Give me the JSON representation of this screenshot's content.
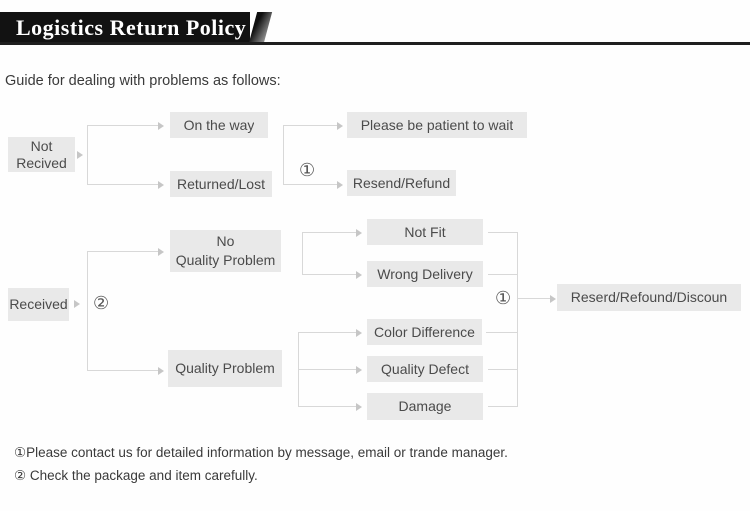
{
  "header": {
    "title": "Logistics Return Policy"
  },
  "intro": "Guide for dealing with problems as follows:",
  "flowchart": {
    "circled_one": "①",
    "circled_two": "②",
    "boxes": {
      "not_received": "Not\nRecived",
      "on_the_way": "On the way",
      "returned_lost": "Returned/Lost",
      "please_wait": "Please be patient to wait",
      "resend_refund": "Resend/Refund",
      "received": "Received",
      "no_quality_problem": "No\nQuality Problem",
      "quality_problem": "Quality Problem",
      "not_fit": "Not Fit",
      "wrong_delivery": "Wrong Delivery",
      "color_difference": "Color Difference",
      "quality_defect": "Quality Defect",
      "damage": "Damage",
      "resolution": "Reserd/Refound/Discoun"
    }
  },
  "notes": [
    "①Please contact us for detailed information by message, email or trande manager.",
    "② Check the package and item carefully."
  ],
  "colors": {
    "banner_bg": "#121212",
    "banner_text": "#ffffff",
    "box_bg": "#e9e9e9",
    "box_text": "#4b4b4b",
    "connector": "#d8d8d8"
  }
}
